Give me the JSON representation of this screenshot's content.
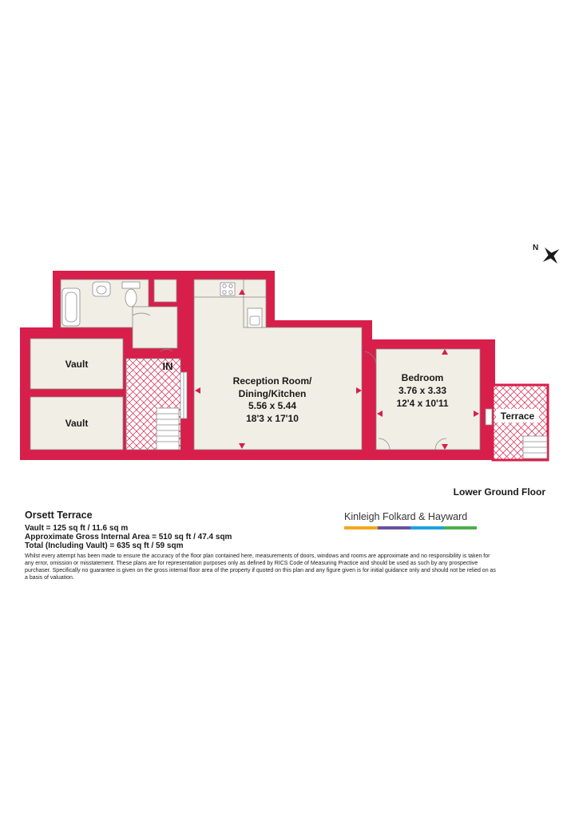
{
  "plan": {
    "colors": {
      "wall": "#d81e4a",
      "floor": "#f1eee5",
      "line": "#8a8a8a",
      "hatch": "#d81e4a"
    },
    "compass_letter": "N",
    "rooms": [
      {
        "id": "vault-top",
        "name": "Vault"
      },
      {
        "id": "vault-bottom",
        "name": "Vault"
      },
      {
        "id": "reception",
        "name_line1": "Reception Room/",
        "name_line2": "Dining/Kitchen",
        "metric": "5.56 x 5.44",
        "imperial": "18'3 x 17'10"
      },
      {
        "id": "bedroom",
        "name": "Bedroom",
        "metric": "3.76 x 3.33",
        "imperial": "12'4 x 10'11"
      },
      {
        "id": "terrace",
        "name": "Terrace"
      }
    ],
    "entrance_label": "IN"
  },
  "floor_label": "Lower Ground Floor",
  "property": {
    "title": "Orsett Terrace",
    "areas": [
      "Vault = 125 sq ft / 11.6 sq m",
      "Approximate Gross Internal Area = 510 sq ft / 47.4 sqm",
      "Total (Including Vault) = 635 sq ft / 59 sqm"
    ],
    "disclaimer": "Whilst every attempt has been made to ensure the accuracy of the floor plan contained here, measurements of doors, windows and rooms are approximate and no responsibility is taken for any error, omission or misstatement. These plans are for representation purposes only as defined by RICS Code of Measuring Practice and should be used as such by any prospective purchaser. Specifically no guarantee is given on the gross internal floor area of the property if quoted on this plan and any figure given is for initial guidance only and should not be relied on as a basis of valuation."
  },
  "brand": {
    "name": "Kinleigh Folkard & Hayward",
    "bar_colors": [
      "#f2a81d",
      "#6b4fa0",
      "#1ba3dc",
      "#4cb04a"
    ]
  }
}
